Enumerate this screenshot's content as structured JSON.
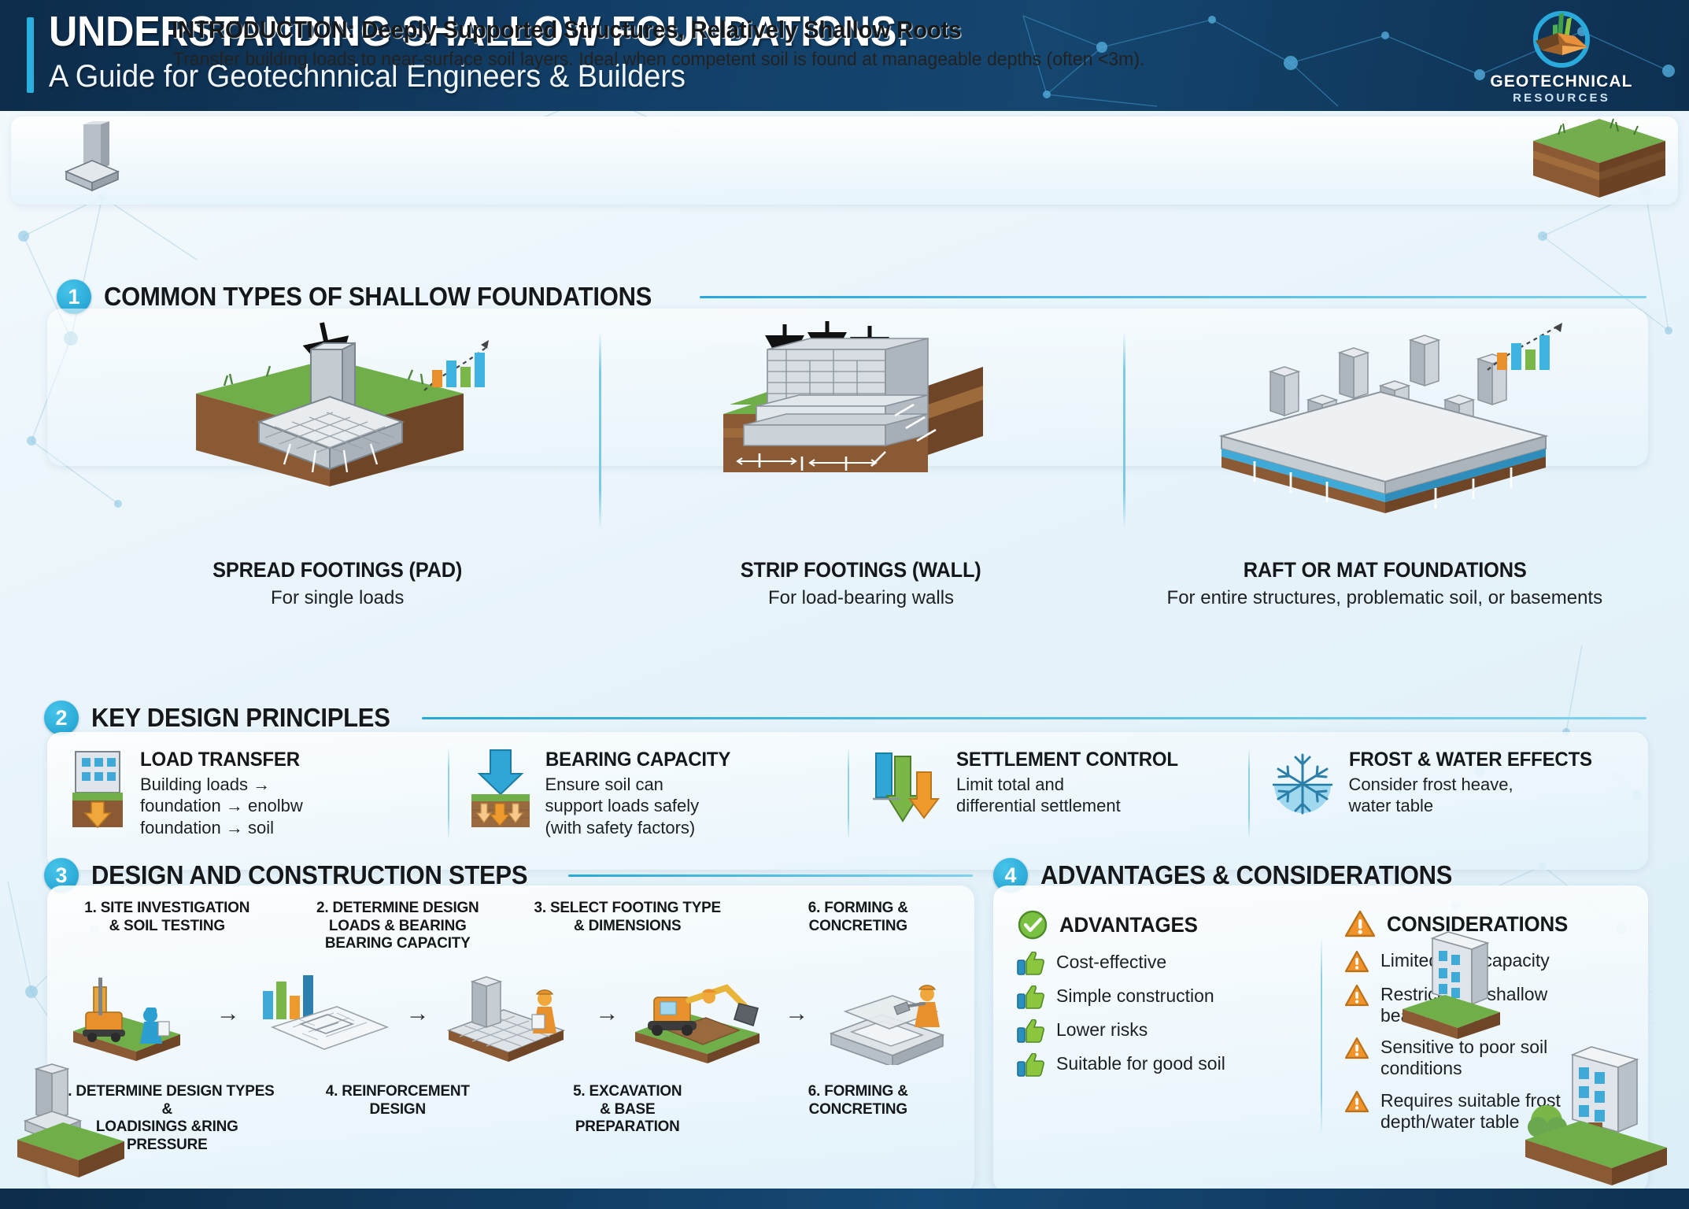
{
  "header": {
    "title": "UNDERSTANDING SHALLOW FOUNDATIONS:",
    "subtitle": "A Guide for Geotechnnical Engineers & Builders",
    "logo_name": "GEOTECHNICAL",
    "logo_sub": "RESOURCES",
    "bg_color": "#123f68",
    "accent_color": "#2ab0e0"
  },
  "intro": {
    "title": "INTRODUCTION: Deeply Supported Structures, Relatively Shallow Roots",
    "subtitle": "Transfer building loads to near-surface soil layers. Ideal when competent soil is found at manageable depths (often <3m)."
  },
  "section1": {
    "number": "1",
    "title": "COMMON TYPES OF SHALLOW FOUNDATIONS",
    "types": [
      {
        "name": "SPREAD FOOTINGS (PAD)",
        "desc": "For single loads"
      },
      {
        "name": "STRIP FOOTINGS (WALL)",
        "desc": "For load-bearing walls"
      },
      {
        "name": "RAFT OR MAT FOUNDATIONS",
        "desc": "For entire structures, problematic soil, or basements"
      }
    ]
  },
  "section2": {
    "number": "2",
    "title": "KEY DESIGN PRINCIPLES",
    "principles": [
      {
        "icon": "building-soil-arrow-icon",
        "title": "LOAD TRANSFER",
        "desc": "Building loads →\nfoundation → enolbw\nfoundation → soil"
      },
      {
        "icon": "down-arrow-soil-icon",
        "title": "BEARING CAPACITY",
        "desc": "Ensure soil can\nsupport loads safely\n(with safety factors)"
      },
      {
        "icon": "settlement-bars-icon",
        "title": "SETTLEMENT CONTROL",
        "desc": "Limit total and\ndifferential settlement"
      },
      {
        "icon": "snowflake-water-icon",
        "title": "FROST & WATER EFFECTS",
        "desc": "Consider frost heave,\nwater table"
      }
    ]
  },
  "section3": {
    "number": "3",
    "title": "DESIGN AND CONSTRUCTION STEPS",
    "top_labels": [
      "1. SITE INVESTIGATION\n& SOIL TESTING",
      "2. DETERMINE DESIGN\nLOADS & BEARING\nBEARING CAPACITY",
      "3. SELECT FOOTING TYPE\n& DIMENSIONS",
      "6. FORMING &\nCONCRETING"
    ],
    "bottom_labels": [
      "2. DETERMINE DESIGN  TYPES &\nLOADISINGS &RING PRESSURE",
      "4. REINFORCEMENT\nDESIGN",
      "5. EXCAVATION\n& BASE\nPREPARATION",
      "6. FORMING &\nCONCRETING"
    ],
    "icons": [
      "drill-rig-icon",
      "blueprint-bars-icon",
      "footing-worker-icon",
      "excavator-icon",
      "concrete-pour-icon"
    ],
    "arrow": "→"
  },
  "section4": {
    "number": "4",
    "title": "ADVANTAGES & CONSIDERATIONS",
    "advantages": {
      "icon": "check-circle-icon",
      "heading": "ADVANTAGES",
      "item_icon": "thumbs-up-icon",
      "items": [
        "Cost-effective",
        "Simple construction",
        "Lower risks",
        "Suitable for good soil"
      ]
    },
    "considerations": {
      "icon": "warning-triangle-icon",
      "heading": "CONSIDERATIONS",
      "item_icon": "warning-triangle-icon",
      "items": [
        "Limited load capacity",
        "Restricted to shallow\nbearing layers",
        "Sensitive to poor soil\nconditions",
        "Requires suitable frost\ndepth/water table"
      ]
    }
  },
  "colors": {
    "dark_blue": "#123f68",
    "cyan": "#29a8db",
    "green": "#7ab648",
    "orange": "#e8902c",
    "soil_brown": "#8a5a35",
    "grass_green": "#6aa84f",
    "concrete_grey": "#c9ced3"
  }
}
